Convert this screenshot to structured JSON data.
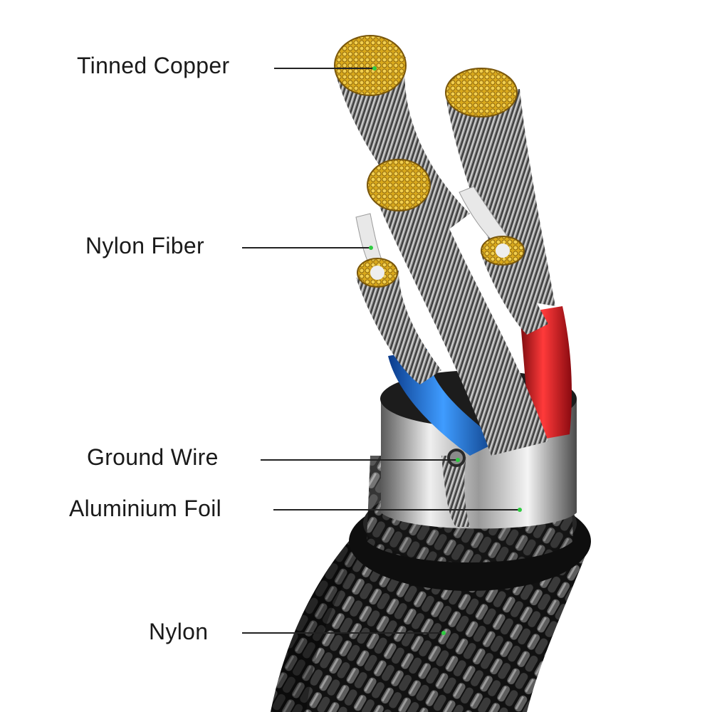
{
  "callouts": [
    {
      "id": "tinned-copper",
      "label": "Tinned Copper"
    },
    {
      "id": "nylon-fiber",
      "label": "Nylon Fiber"
    },
    {
      "id": "ground-wire",
      "label": "Ground Wire"
    },
    {
      "id": "aluminium-foil",
      "label": "Aluminium Foil"
    },
    {
      "id": "nylon",
      "label": "Nylon"
    }
  ],
  "colors": {
    "wire_red": "#d8141c",
    "wire_blue": "#1466d6",
    "copper_gold": "#e0b020",
    "braid_dark": "#1b1b1b",
    "foil_silver": "#c9c9c9",
    "leader_dot": "#2ecc40"
  }
}
